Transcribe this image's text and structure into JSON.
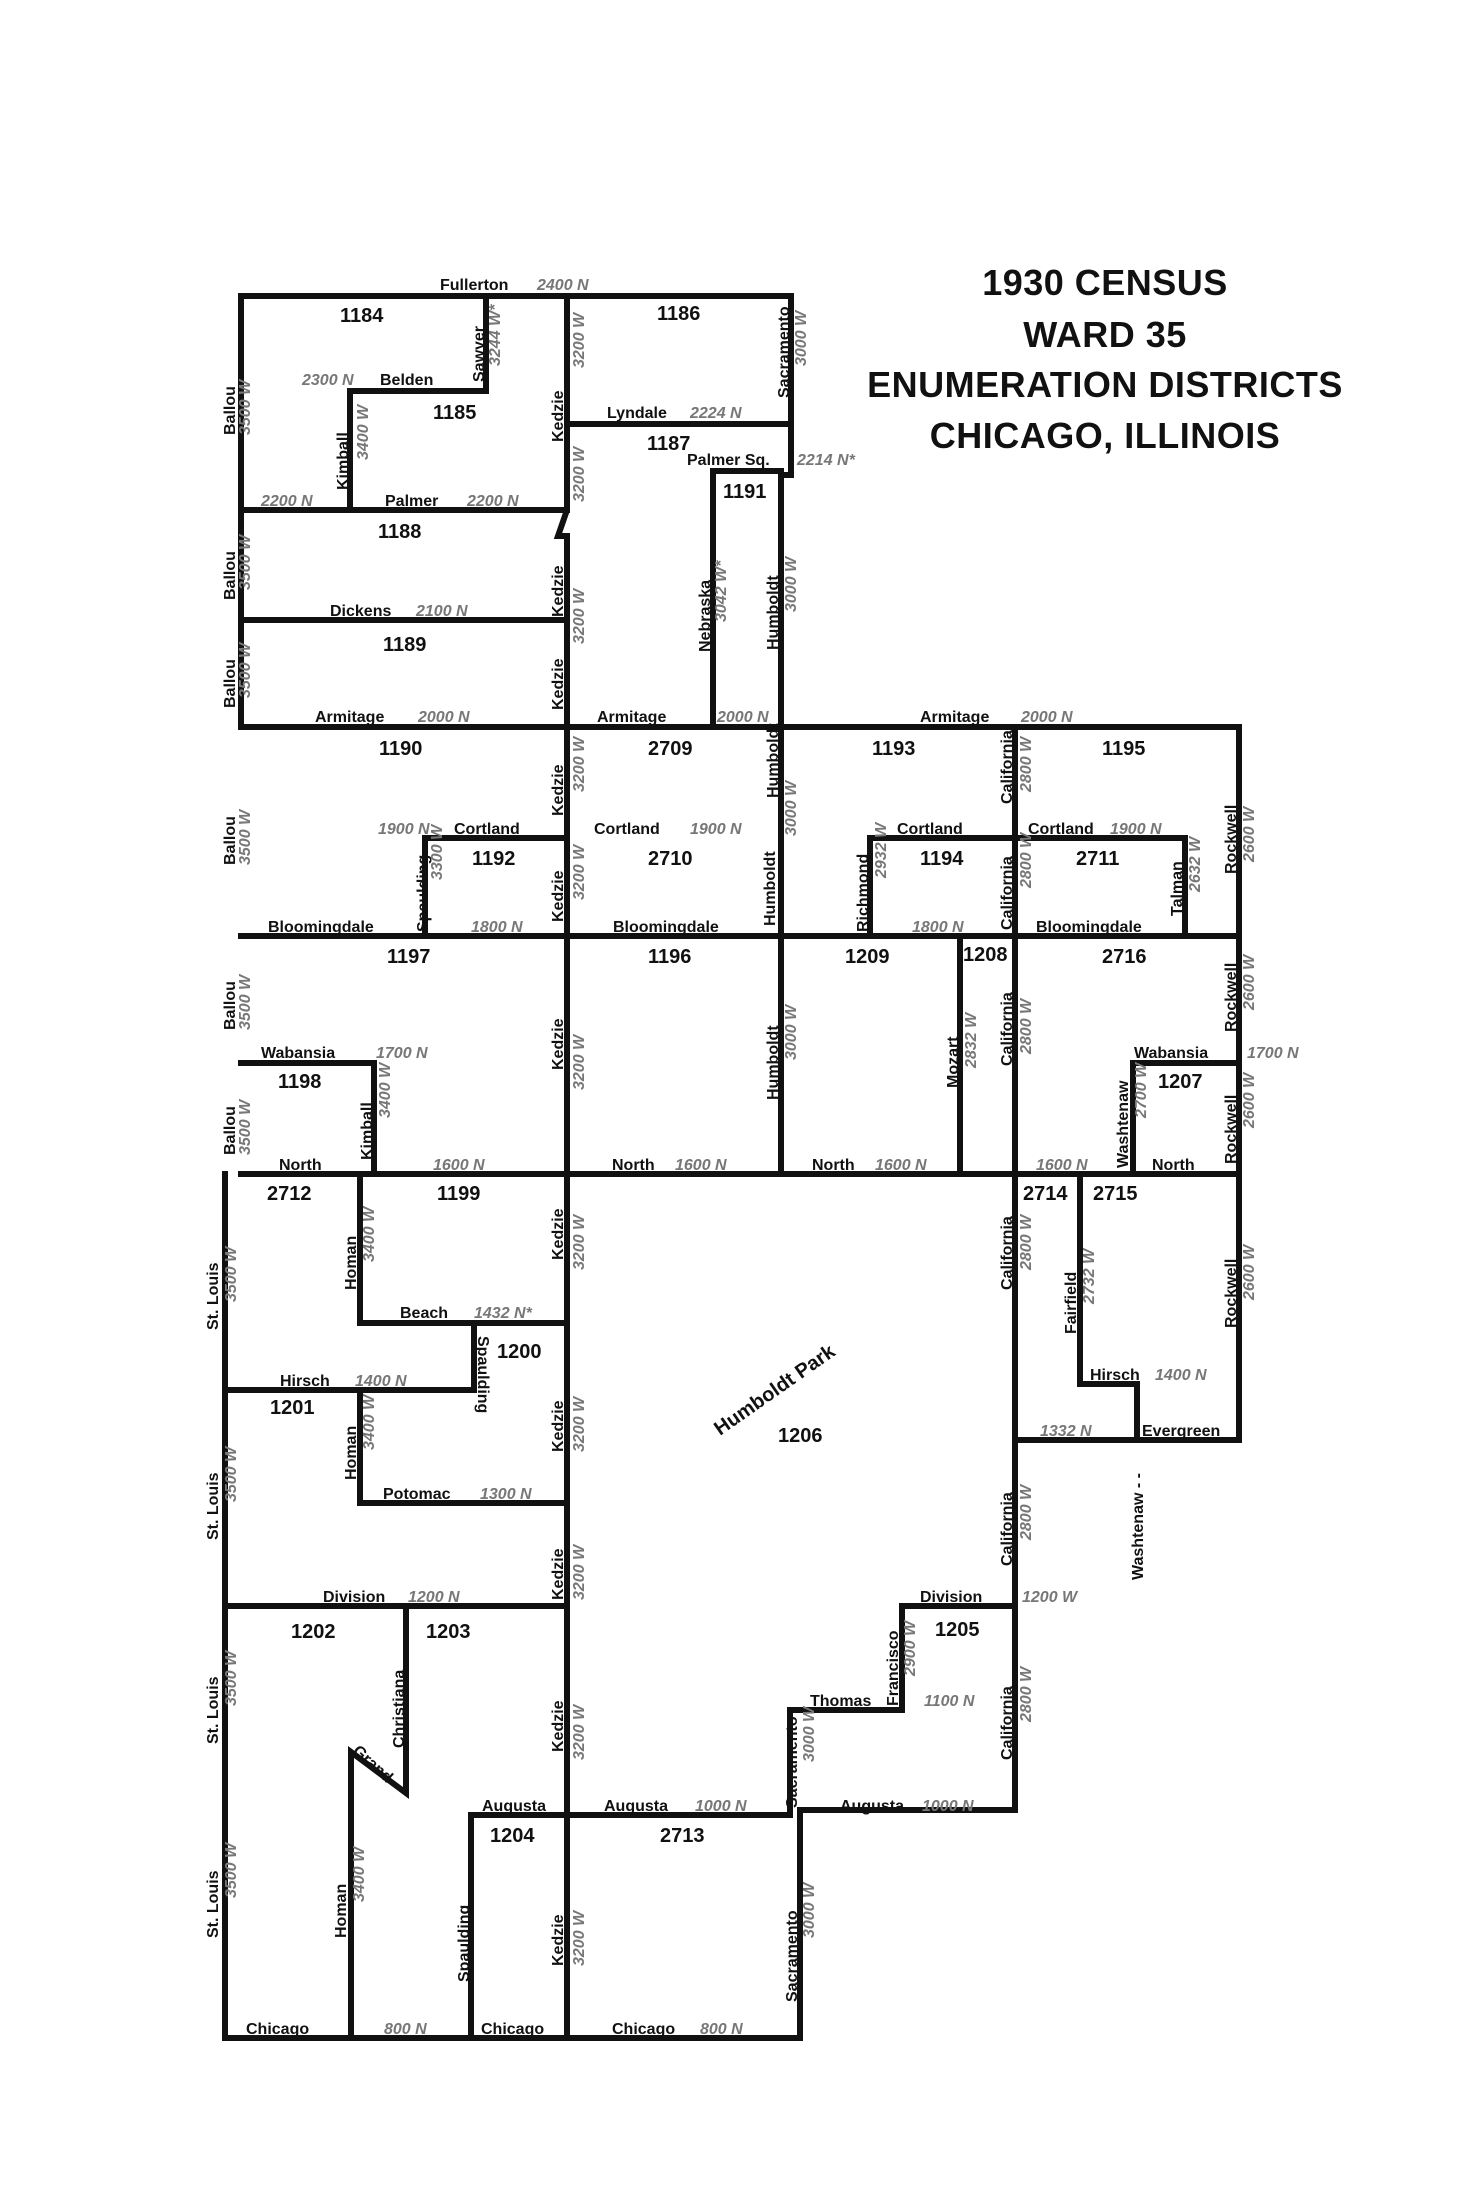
{
  "title": {
    "line1": "1930 CENSUS",
    "line2": "WARD 35",
    "line3": "ENUMERATION DISTRICTS",
    "line4": "CHICAGO, ILLINOIS"
  },
  "colors": {
    "boundary": "#111111",
    "street": "#111111",
    "address": "#777777"
  },
  "districts": [
    "1184",
    "1185",
    "1186",
    "1187",
    "1188",
    "1189",
    "1190",
    "1191",
    "1192",
    "1193",
    "1194",
    "1195",
    "1196",
    "1197",
    "1198",
    "1199",
    "1200",
    "1201",
    "1202",
    "1203",
    "1204",
    "1205",
    "1206",
    "1207",
    "1208",
    "1209",
    "2709",
    "2710",
    "2711",
    "2712",
    "2713",
    "2714",
    "2715",
    "2716"
  ],
  "park": "Humboldt Park",
  "streets": {
    "fullerton": "Fullerton",
    "belden": "Belden",
    "lyndale": "Lyndale",
    "palmer_sq": "Palmer Sq.",
    "palmer": "Palmer",
    "dickens": "Dickens",
    "armitage": "Armitage",
    "cortland": "Cortland",
    "bloomingdale": "Bloomingdale",
    "wabansia": "Wabansia",
    "north": "North",
    "beach": "Beach",
    "hirsch": "Hirsch",
    "potomac": "Potomac",
    "division": "Division",
    "thomas": "Thomas",
    "augusta": "Augusta",
    "chicago": "Chicago",
    "evergreen": "Evergreen",
    "ballou": "Ballou",
    "kimball": "Kimball",
    "sawyer": "Sawyer",
    "kedzie": "Kedzie",
    "sacramento": "Sacramento",
    "nebraska": "Nebraska",
    "humboldt": "Humboldt",
    "spaulding": "Spaulding",
    "richmond": "Richmond",
    "california": "California",
    "talman": "Talman",
    "rockwell": "Rockwell",
    "mozart": "Mozart",
    "washtenaw": "Washtenaw",
    "washtenaw_dash": "Washtenaw - -",
    "st_louis": "St. Louis",
    "homan": "Homan",
    "fairfield": "Fairfield",
    "christiana": "Christiana",
    "grand": "Grand",
    "francisco": "Francisco"
  },
  "addresses": {
    "n2400": "2400 N",
    "n2300": "2300 N",
    "n2224": "2224 N",
    "n2214": "2214 N*",
    "n2200": "2200 N",
    "n2100": "2100 N",
    "n2000": "2000 N",
    "n1900": "1900 N",
    "n1800": "1800 N",
    "n1700": "1700 N",
    "n1600": "1600 N",
    "n1432": "1432 N*",
    "n1400": "1400 N",
    "n1332": "1332 N",
    "n1300": "1300 N",
    "n1200": "1200 N",
    "w1200": "1200 W",
    "n1100": "1100 N",
    "n1000": "1000 N",
    "n800": "800 N",
    "w3500": "3500 W",
    "w3400": "3400 W",
    "w3300": "3300 W",
    "w3244": "3244 W*",
    "w3200": "3200 W",
    "w3042": "3042 W*",
    "w3000": "3000 W",
    "w2932": "2932 W",
    "w2900": "2900 W",
    "w2832": "2832 W",
    "w2800": "2800 W",
    "w2732": "2732 W",
    "w2700": "2700 W",
    "w2632": "2632 W",
    "w2600": "2600 W"
  }
}
